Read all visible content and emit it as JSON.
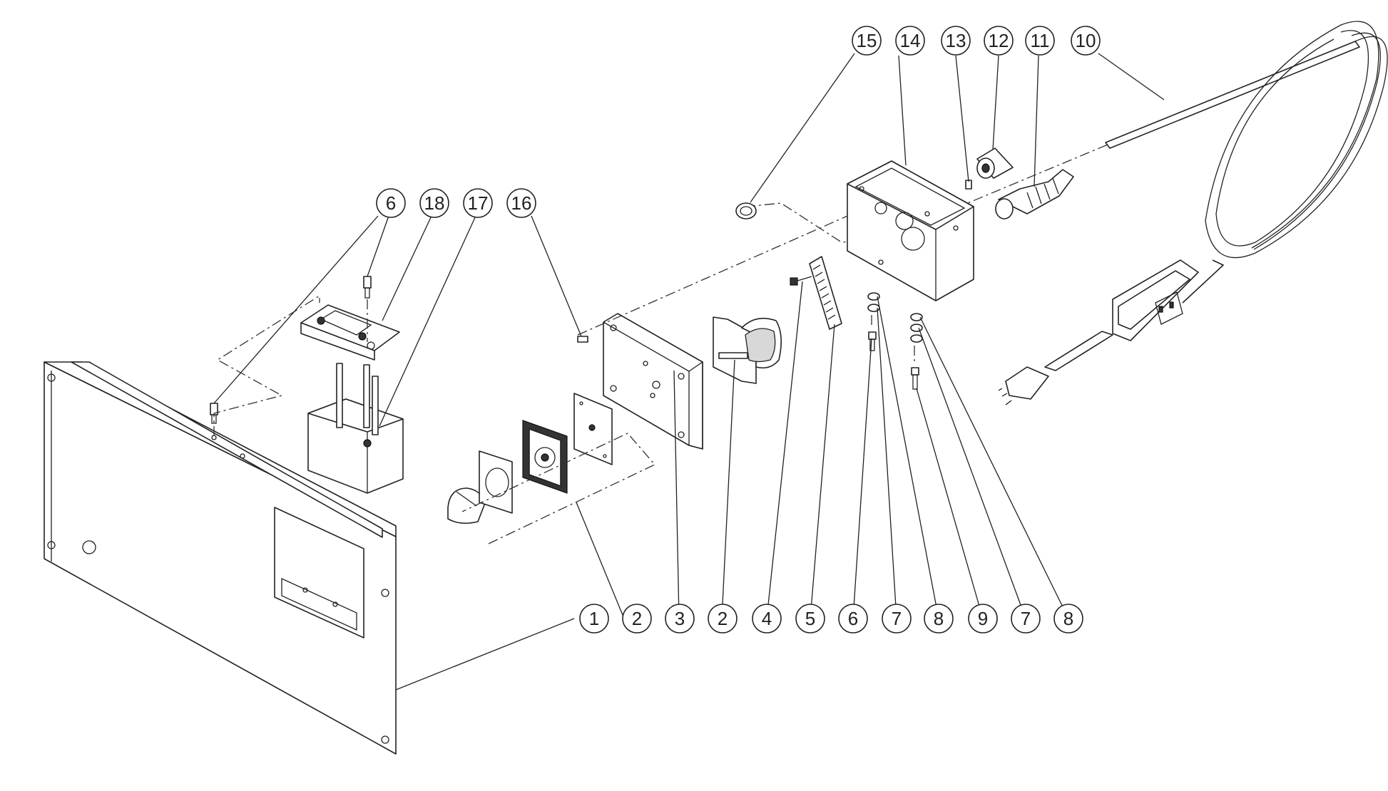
{
  "balloons": {
    "b1": "1",
    "b2a": "2",
    "b3": "3",
    "b2b": "2",
    "b4": "4",
    "b5": "5",
    "b6a": "6",
    "b7a": "7",
    "b8a": "8",
    "b9": "9",
    "b7b": "7",
    "b8b": "8",
    "b15": "15",
    "b14": "14",
    "b13": "13",
    "b12": "12",
    "b11": "11",
    "b10": "10",
    "b6b": "6",
    "b18": "18",
    "b17": "17",
    "b16": "16"
  }
}
